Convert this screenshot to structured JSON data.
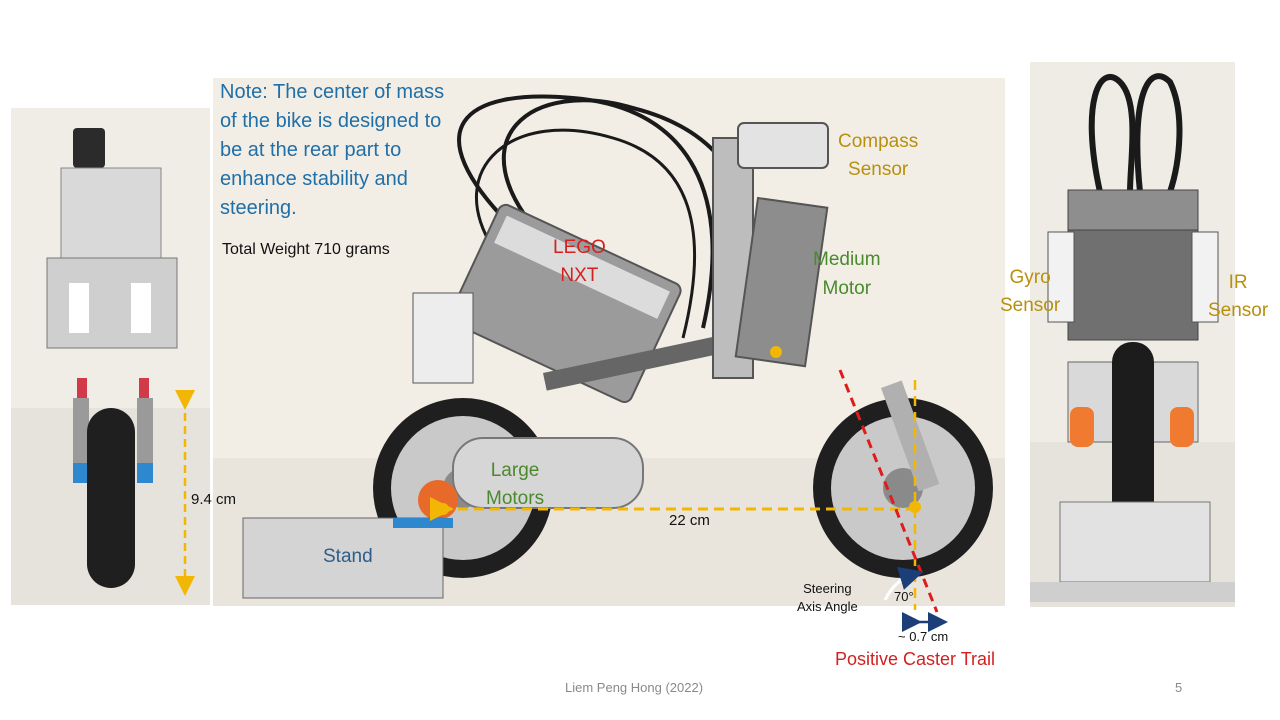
{
  "note": {
    "lines": [
      "Note: The center of mass",
      "of the bike is designed to",
      "be at the rear part to",
      "enhance stability and",
      "steering."
    ],
    "color": "#1f6fa8"
  },
  "total_weight": "Total Weight 710 grams",
  "labels": {
    "compass": [
      "Compass",
      "Sensor"
    ],
    "lego_nxt": [
      "LEGO",
      "NXT"
    ],
    "medium_motor": [
      "Medium",
      "Motor"
    ],
    "large_motors": [
      "Large",
      "Motors"
    ],
    "stand": "Stand",
    "gyro": [
      "Gyro",
      "Sensor"
    ],
    "ir": [
      "IR",
      "Sensor"
    ],
    "height": "9.4 cm",
    "wheelbase": "22 cm",
    "steering": [
      "Steering",
      "Axis Angle"
    ],
    "angle": "70°",
    "trail": "~ 0.7 cm",
    "caster": "Positive Caster Trail"
  },
  "colors": {
    "sensor_label": "#b8900f",
    "motor_label": "#4a8a2e",
    "nxt_label": "#d42020",
    "stand_label": "#2d5d8a",
    "caster_label": "#d42020",
    "dimension_line": "#f2b705"
  },
  "footer": {
    "author": "Liem Peng Hong (2022)",
    "page": "5"
  }
}
